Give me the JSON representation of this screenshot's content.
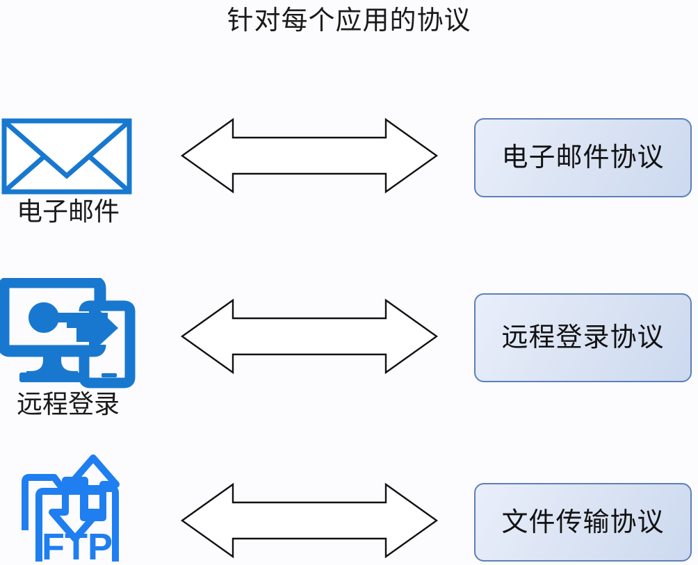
{
  "title": "针对每个应用的协议",
  "colors": {
    "background": "#fcfbfd",
    "icon_blue": "#1878cf",
    "ftp_blue": "#1f7ef0",
    "box_border": "#5c80b6",
    "box_fill_light": "#e9eefa",
    "box_fill_dark": "#ccd9ef",
    "arrow_outline": "#101010",
    "arrow_fill": "#ffffff",
    "text": "#1a1a1a"
  },
  "rows": [
    {
      "icon_name": "email-envelope-icon",
      "icon_label": "电子邮件",
      "connector_name": "double-headed-arrow",
      "protocol_label": "电子邮件协议"
    },
    {
      "icon_name": "remote-login-monitor-icon",
      "icon_label": "远程登录",
      "connector_name": "double-headed-arrow",
      "protocol_label": "远程登录协议"
    },
    {
      "icon_name": "ftp-folder-transfer-icon",
      "icon_label": "FTP",
      "connector_name": "double-headed-arrow",
      "protocol_label": "文件传输协议"
    }
  ],
  "ftp_icon_text": "FTP"
}
